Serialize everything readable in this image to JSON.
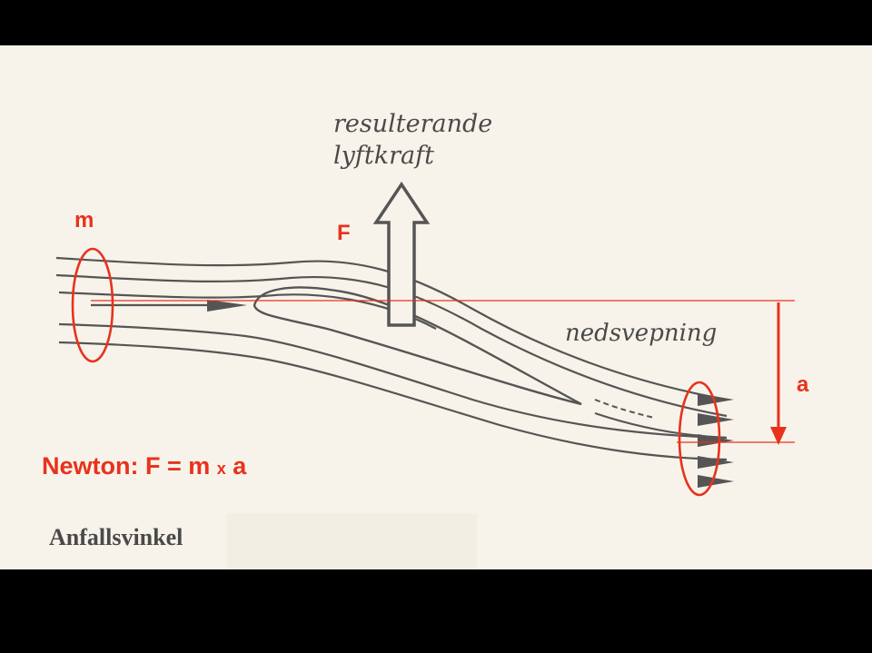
{
  "labels": {
    "resulting_lift_line1": "resulterande",
    "resulting_lift_line2": "lyftkraft",
    "downwash": "nedsvepning",
    "mass": "m",
    "force": "F",
    "acceleration": "a",
    "newton_prefix": "Newton: F = m ",
    "newton_times": "x",
    "newton_suffix": " a",
    "angle_of_attack": "Anfallsvinkel"
  },
  "colors": {
    "accent": "#e8321c",
    "ink": "#555555",
    "paper": "#f7f3ea",
    "frame": "#000000"
  }
}
